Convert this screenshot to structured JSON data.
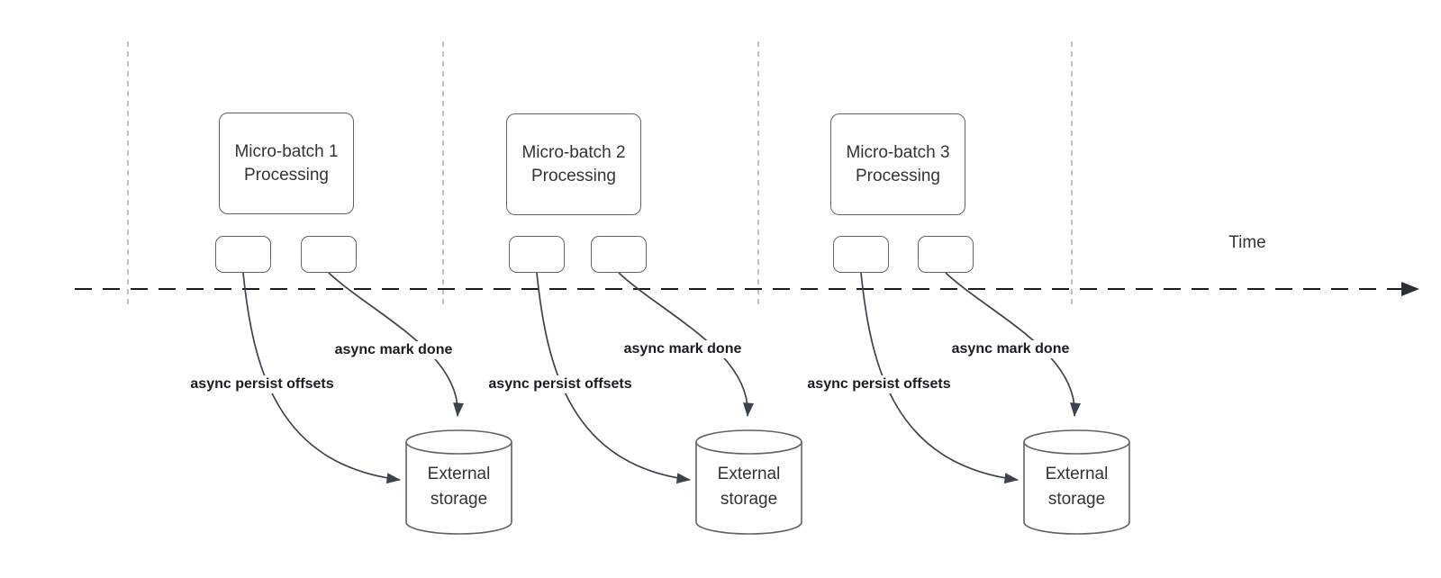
{
  "time_axis": {
    "label": "Time"
  },
  "groups": [
    {
      "name": "micro-batch-1",
      "processing_box": {
        "line1": "Micro-batch 1",
        "line2": "Processing"
      },
      "persist_arrow_label": "async persist offsets",
      "mark_arrow_label": "async mark done",
      "storage": {
        "line1": "External",
        "line2": "storage"
      }
    },
    {
      "name": "micro-batch-2",
      "processing_box": {
        "line1": "Micro-batch 2",
        "line2": "Processing"
      },
      "persist_arrow_label": "async persist offsets",
      "mark_arrow_label": "async mark done",
      "storage": {
        "line1": "External",
        "line2": "storage"
      }
    },
    {
      "name": "micro-batch-3",
      "processing_box": {
        "line1": "Micro-batch 3",
        "line2": "Processing"
      },
      "persist_arrow_label": "async persist offsets",
      "mark_arrow_label": "async mark done",
      "storage": {
        "line1": "External",
        "line2": "storage"
      }
    }
  ],
  "colors": {
    "shape_stroke": "#5f6368",
    "arrow_stroke": "#3c434c",
    "timeline_stroke": "#1a1a1a",
    "separator_stroke": "#b3b3b3",
    "shape_text": "#2f3437",
    "label_text": "#191c22",
    "background": "#ffffff"
  }
}
